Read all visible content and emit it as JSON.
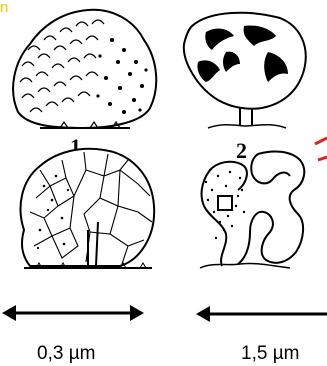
{
  "corner_fragment": "n",
  "panels": [
    {
      "number": "1"
    },
    {
      "number": "2"
    }
  ],
  "scale_bars": [
    {
      "label": "0,3 µm"
    },
    {
      "label": "1,5 µm"
    }
  ],
  "colors": {
    "ink": "#000000",
    "accent_text": "#ffc000",
    "red_mark": "#e02020"
  }
}
